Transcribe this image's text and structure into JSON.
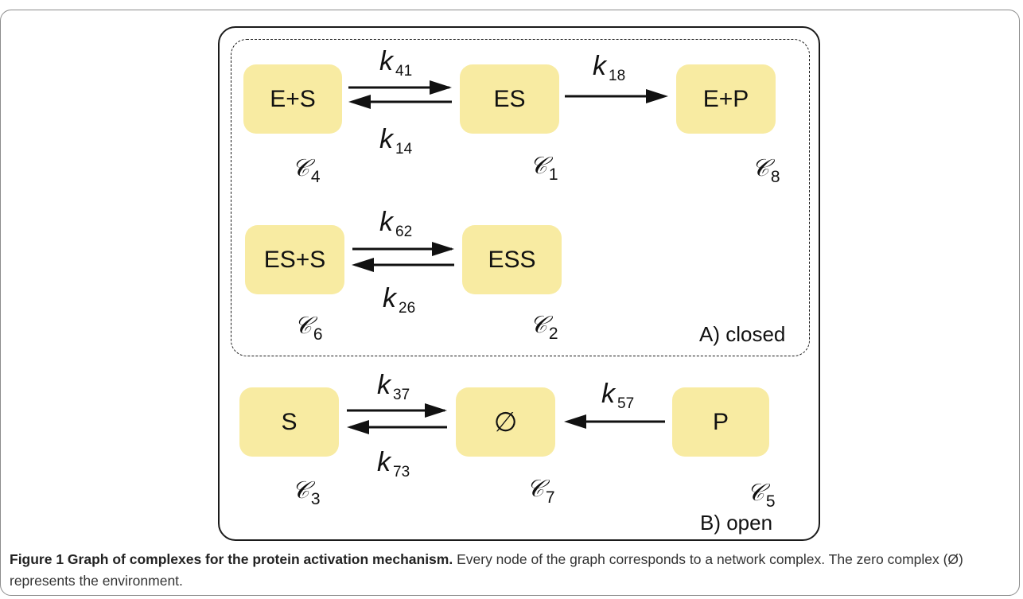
{
  "figure": {
    "caption_title": "Figure 1 Graph of complexes for the protein activation mechanism.",
    "caption_text": " Every node of the graph corresponds to a network complex. The zero complex (Ø) represents the environment."
  },
  "regions": {
    "closed_label": "A) closed",
    "open_label": "B) open"
  },
  "nodes": {
    "e_plus_s": {
      "label": "E+S",
      "complex": "𝒞",
      "index": "4"
    },
    "es": {
      "label": "ES",
      "complex": "𝒞",
      "index": "1"
    },
    "e_plus_p": {
      "label": "E+P",
      "complex": "𝒞",
      "index": "8"
    },
    "es_plus_s": {
      "label": "ES+S",
      "complex": "𝒞",
      "index": "6"
    },
    "ess": {
      "label": "ESS",
      "complex": "𝒞",
      "index": "2"
    },
    "s": {
      "label": "S",
      "complex": "𝒞",
      "index": "3"
    },
    "zero": {
      "label": "∅",
      "complex": "𝒞",
      "index": "7"
    },
    "p": {
      "label": "P",
      "complex": "𝒞",
      "index": "5"
    }
  },
  "rates": {
    "k41": {
      "symbol": "k",
      "sub": "41"
    },
    "k14": {
      "symbol": "k",
      "sub": "14"
    },
    "k18": {
      "symbol": "k",
      "sub": "18"
    },
    "k62": {
      "symbol": "k",
      "sub": "62"
    },
    "k26": {
      "symbol": "k",
      "sub": "26"
    },
    "k37": {
      "symbol": "k",
      "sub": "37"
    },
    "k73": {
      "symbol": "k",
      "sub": "73"
    },
    "k57": {
      "symbol": "k",
      "sub": "57"
    }
  },
  "colors": {
    "node_fill": "#f8eba2",
    "arrow": "#111111",
    "frame_border": "#8c8c8c"
  }
}
